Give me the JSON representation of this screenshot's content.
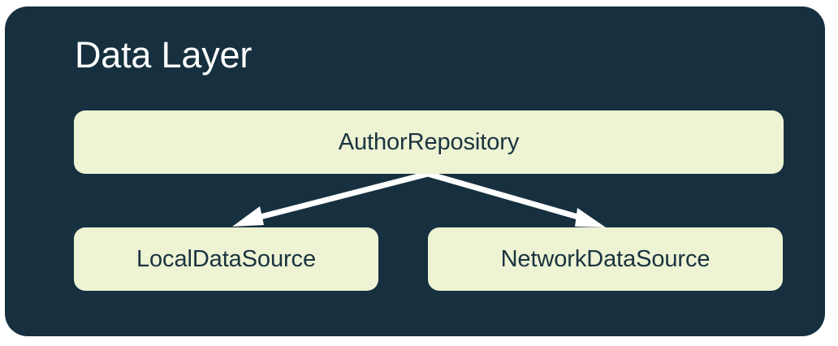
{
  "diagram": {
    "title": "Data Layer",
    "panel_color": "#16303f",
    "node_color": "#edf3d3",
    "node_text_color": "#1a3340",
    "title_color": "#ffffff",
    "edge_color": "#ffffff",
    "nodes": [
      {
        "id": "repository",
        "label": "AuthorRepository"
      },
      {
        "id": "local",
        "label": "LocalDataSource"
      },
      {
        "id": "network",
        "label": "NetworkDataSource"
      }
    ],
    "edges": [
      {
        "from": "repository",
        "to": "local",
        "arrow": "directed"
      },
      {
        "from": "repository",
        "to": "network",
        "arrow": "directed"
      }
    ]
  }
}
